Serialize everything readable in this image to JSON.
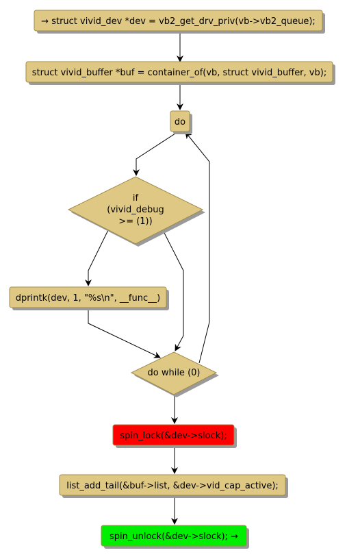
{
  "colors": {
    "node_fill": "#dfc884",
    "node_stroke": "#a08b4a",
    "lock_fill": "#ff0000",
    "unlock_fill": "#00ee00",
    "edge": "#000000"
  },
  "nodes": {
    "get_drv_priv": "→ struct vivid_dev *dev = vb2_get_drv_priv(vb->vb2_queue);",
    "container_of": "struct vivid_buffer *buf = container_of(vb, struct vivid_buffer, vb);",
    "do": "do",
    "if_line1": "if",
    "if_line2": "(vivid_debug",
    "if_line3": ">= (1))",
    "dprintk": "dprintk(dev, 1, \"%s\\n\", __func__)",
    "do_while": "do while (0)",
    "spin_lock": "spin_lock(&dev->slock);",
    "list_add_tail": "list_add_tail(&buf->list, &dev->vid_cap_active);",
    "spin_unlock": "spin_unlock(&dev->slock); →"
  }
}
